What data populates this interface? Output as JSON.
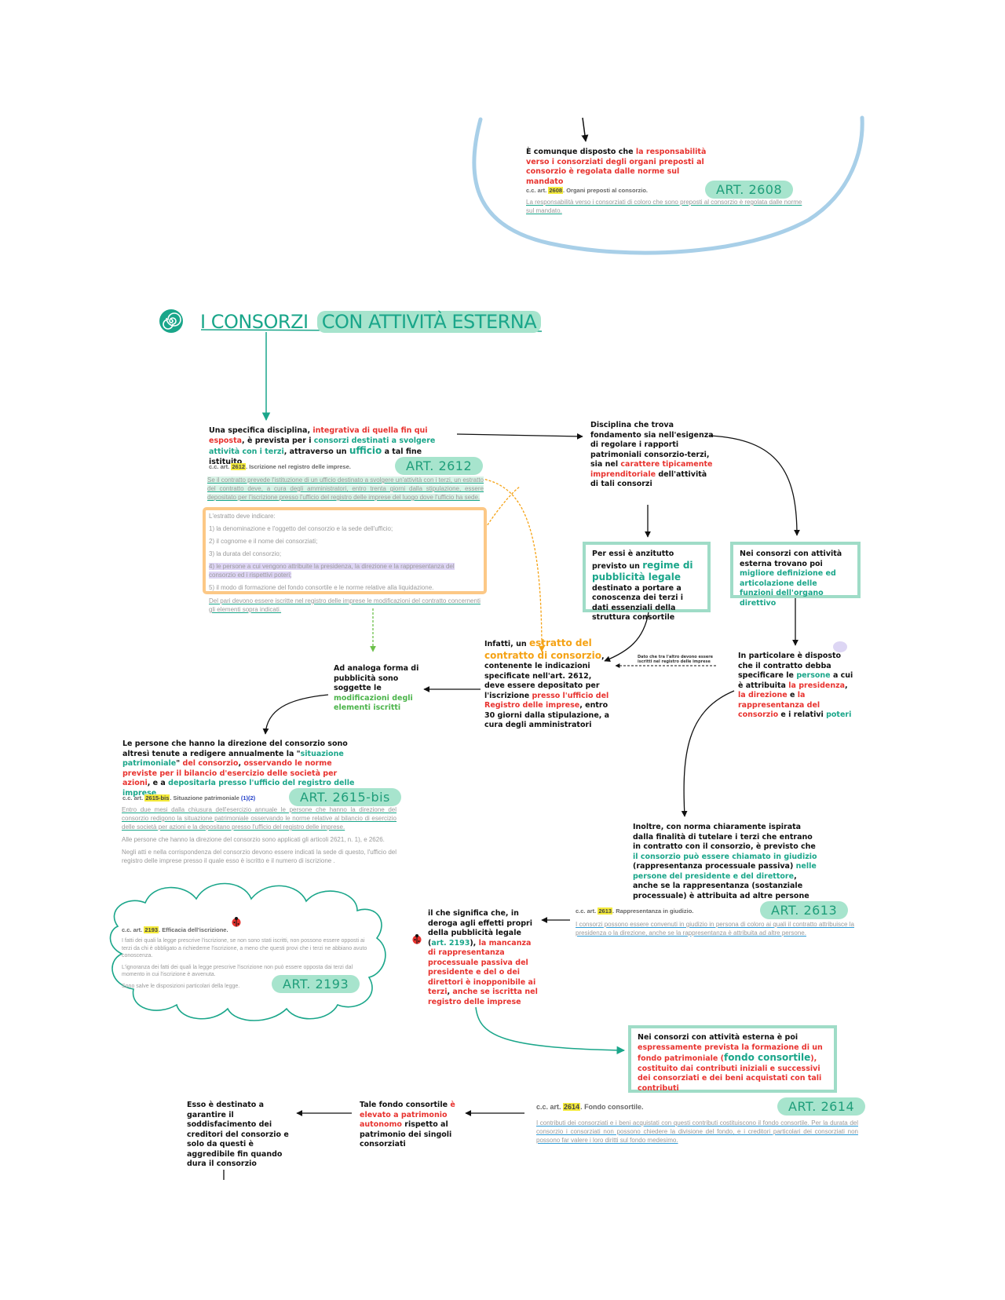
{
  "top_note": {
    "text_a": "È comunque disposto che ",
    "text_b": "la responsabilità verso i consorziati degli organi preposti al consorzio è regolata dalle norme sul mandato",
    "cite_prefix": "c.c. art. ",
    "cite_num": "2608",
    "cite_title": ". Organi preposti al consorzio.",
    "tag": "ART. 2608",
    "source": "La responsabilità verso i consorziati di coloro che sono preposti al consorzio è regolata dalle norme sul mandato."
  },
  "heading": {
    "title_a": "I CONSORZI",
    "title_b": "CON ATTIVITÀ ESTERNA"
  },
  "intro": {
    "t1": "Una specifica disciplina, ",
    "t2": "integrativa di quella fin qui esposta",
    "t3": ", è prevista per i ",
    "t4": "consorzi destinati a svolgere attività con i terzi",
    "t5": ", attraverso un ",
    "t6": "ufficio",
    "t7": " a tal fine istituito",
    "cite_prefix": "c.c. art. ",
    "cite_num": "2612",
    "cite_title": ". Iscrizione nel registro delle imprese.",
    "tag": "ART. 2612",
    "source_main": "Se il contratto prevede l'istituzione di un ufficio destinato a svolgere un'attività con i terzi, un estratto del contratto deve, a cura degli amministratori, entro trenta giorni dalla stipulazione, essere depositato per l'iscrizione presso l'ufficio del registro delle imprese del luogo dove l'ufficio ha sede.",
    "list": [
      "L'estratto deve indicare:",
      "1) la denominazione e l'oggetto del consorzio e la sede dell'ufficio;",
      "2) il cognome e il nome dei consorziati;",
      "3) la durata del consorzio;",
      "4) le persone a cui vengono attribuite la presidenza, la direzione e la rappresentanza del consorzio ed i rispettivi poteri;",
      "5) il modo di formazione del fondo consortile e le norme relative alla liquidazione."
    ],
    "source_end": "Del pari devono essere iscritte nel registro delle imprese le modificazioni del contratto concernenti gli elementi sopra indicati."
  },
  "disciplina": {
    "t1": "Disciplina che trova fondamento sia nell'esigenza di regolare i rapporti patrimoniali consorzio-terzi, sia nel ",
    "t2": "carattere tipicamente imprenditoriale",
    "t3": " dell'attività di tali consorzi"
  },
  "box_pubblicita": {
    "t1": "Per essi è anzitutto previsto un ",
    "t2": "regime di pubblicità legale",
    "t3": " destinato a portare a conoscenza dei terzi i dati essenziali della struttura consortile"
  },
  "box_organo": {
    "t1": "Nei consorzi con attività esterna trovano poi ",
    "t2": "migliore definizione ed articolazione delle funzioni dell'organo direttivo"
  },
  "estratto": {
    "t1": "Infatti, un ",
    "t2": "estratto del contratto di consorzio",
    "t3": ", contenente le indicazioni specificate nell'art. 2612, deve essere depositato per l'iscrizione ",
    "t4": "presso l'ufficio del Registro delle imprese",
    "t5": ", entro 30 giorni dalla stipulazione, a cura degli amministratori"
  },
  "small_note": "Dato che tra l'altro devono essere iscritti nel registro delle imprese",
  "particolare": {
    "t1": "In particolare è disposto che il contratto debba specificare le ",
    "t2": "persone",
    "t3": " a cui è attribuita ",
    "t4": "la presidenza",
    "t5": ", ",
    "t6": "la direzione",
    "t7": " e ",
    "t8": "la rappresentanza del consorzio",
    "t9": " e i relativi ",
    "t10": "poteri"
  },
  "analoga": {
    "t1": "Ad analoga forma di pubblicità sono soggette le ",
    "t2": "modificazioni degli elementi iscritti"
  },
  "situazione": {
    "t1": "Le persone che hanno la direzione del consorzio sono altresì tenute a redigere annualmente la \"",
    "t2": "situazione patrimoniale",
    "t3": "\" ",
    "t4": "del consorzio",
    "t5": ", ",
    "t6": "osservando le norme previste per il bilancio d'esercizio delle società per azioni",
    "t7": ", e a ",
    "t8": "depositarla presso l'ufficio del registro delle imprese",
    "cite_prefix": "c.c. art. ",
    "cite_num": "2615-bis",
    "cite_title": ". Situazione patrimoniale ",
    "cite_refs": "(1)(2)",
    "tag": "ART. 2615-bis",
    "s1": "Entro due mesi dalla chiusura dell'esercizio annuale le persone che hanno la direzione del consorzio redigono la situazione patrimoniale osservando le norme relative al bilancio di esercizio delle società per azioni e la depositano presso l'ufficio del registro delle imprese.",
    "s2": "Alle persone che hanno la direzione del consorzio sono applicati gli articoli 2621, n. 1), e 2626.",
    "s3": "Negli atti e nella corrispondenza del consorzio devono essere indicati la sede di questo, l'ufficio del registro delle imprese presso il quale esso è iscritto e il numero di iscrizione ."
  },
  "inoltre": {
    "t1": "Inoltre, con norma chiaramente ispirata dalla finalità di tutelare i terzi che entrano in contratto con il consorzio, è previsto che ",
    "t2": "il consorzio può essere chiamato in giudizio",
    "t3": " (rappresentanza processuale passiva) ",
    "t4": "nelle persone del presidente e del direttore",
    "t5": ", anche se la rappresentanza (sostanziale processuale) è attribuita ad altre persone",
    "cite_prefix": "c.c. art. ",
    "cite_num": "2613",
    "cite_title": ". Rappresentanza in giudizio.",
    "tag": "ART. 2613",
    "source": "I consorzi possono essere convenuti in giudizio in persona di coloro ai quali il contratto attribuisce la presidenza o la direzione, anche se la rappresentanza è attribuita ad altre persone."
  },
  "deroga": {
    "t1": "il che significa che, in deroga agli effetti propri della pubblicità legale (",
    "t2": "art. 2193",
    "t3": "), ",
    "t4": "la mancanza di rappresentanza processuale passiva del presidente e del o dei direttori è inopponibile ai terzi",
    "t5": ", ",
    "t6": "anche se iscritta nel registro delle imprese"
  },
  "cloud": {
    "cite_prefix": "c.c. art. ",
    "cite_num": "2193",
    "cite_title": ". Efficacia dell'iscrizione.",
    "tag": "ART. 2193",
    "s1": "I fatti dei quali la legge prescrive l'iscrizione, se non sono stati iscritti, non possono essere opposti ai terzi da chi è obbligato a richiederne l'iscrizione, a meno che questi provi che i terzi ne abbiano avuto conoscenza.",
    "s2": "L'ignoranza dei fatti dei quali la legge prescrive l'iscrizione non può essere opposta dai terzi dal momento in cui l'iscrizione è avvenuta.",
    "s3": "Sono salve le disposizioni particolari della legge."
  },
  "box_fondo": {
    "t1": "Nei consorzi con attività esterna è poi ",
    "t2": "espressamente prevista la formazione di un fondo patrimoniale (",
    "t3": "fondo consortile",
    "t4": "), costituito dai contributi iniziali e successivi dei consorziati e dei beni acquistati con tali contributi"
  },
  "fondo_art": {
    "cite_prefix": "c.c. art. ",
    "cite_num": "2614",
    "cite_title": ". Fondo consortile.",
    "tag": "ART. 2614",
    "source": "I contributi dei consorziati e i beni acquistati con questi contributi costituiscono il fondo consortile. Per la durata del consorzio i consorziati non possono chiedere la divisione del fondo, e i creditori particolari dei consorziati non possono far valere i loro diritti sul fondo medesimo."
  },
  "tale_fondo": {
    "t1": "Tale fondo consortile ",
    "t2": "è elevato a patrimonio autonomo",
    "t3": " rispetto al patrimonio dei singoli consorziati"
  },
  "esso": {
    "t1": "Esso è destinato a garantire il soddisfacimento dei creditori del consorzio e solo da questi è aggredibile fin quando dura il consorzio"
  },
  "colors": {
    "teal": "#1aa68a",
    "red": "#e8332f",
    "orange": "#f5a214",
    "green": "#4bb44a",
    "blue_curve": "#a8cfe8",
    "box_border": "#9fdcc7",
    "tag_bg": "#a7e4cd"
  },
  "icons": [
    "spiral-icon",
    "ladybug-icon"
  ]
}
